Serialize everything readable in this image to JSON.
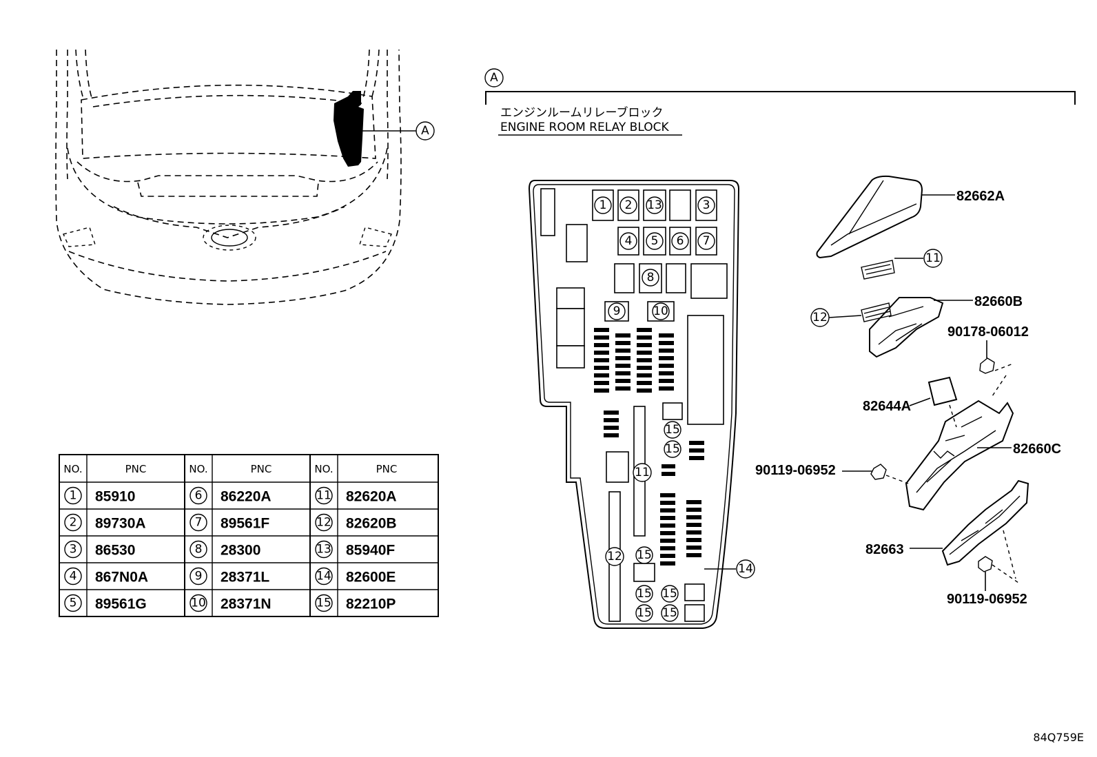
{
  "header": {
    "callout_label": "A",
    "title_jp": "エンジンルームリレーブロック",
    "title_en": "ENGINE ROOM RELAY BLOCK"
  },
  "vehicle_view": {
    "callout_label": "A"
  },
  "diagram_code": "84Q759E",
  "part_labels": {
    "cover": "82662A",
    "lid": "82660B",
    "bolt_top": "90178-06012",
    "relay": "82644A",
    "bolt_left": "90119-06952",
    "block": "82660C",
    "bracket": "82663",
    "bolt_bottom": "90119-06952",
    "callout_11": "11",
    "callout_12": "12"
  },
  "block_callouts": {
    "c1": "1",
    "c2": "2",
    "c13": "13",
    "c3": "3",
    "c4": "4",
    "c5": "5",
    "c6": "6",
    "c7": "7",
    "c8": "8",
    "c9": "9",
    "c10": "10",
    "c15": "15",
    "c11": "11",
    "c12": "12",
    "c14": "14"
  },
  "table": {
    "headers": {
      "no": "NO.",
      "pnc": "PNC"
    },
    "rows": [
      [
        {
          "no": "1",
          "pnc": "85910"
        },
        {
          "no": "6",
          "pnc": "86220A"
        },
        {
          "no": "11",
          "pnc": "82620A"
        }
      ],
      [
        {
          "no": "2",
          "pnc": "89730A"
        },
        {
          "no": "7",
          "pnc": "89561F"
        },
        {
          "no": "12",
          "pnc": "82620B"
        }
      ],
      [
        {
          "no": "3",
          "pnc": "86530"
        },
        {
          "no": "8",
          "pnc": "28300"
        },
        {
          "no": "13",
          "pnc": "85940F"
        }
      ],
      [
        {
          "no": "4",
          "pnc": "867N0A"
        },
        {
          "no": "9",
          "pnc": "28371L"
        },
        {
          "no": "14",
          "pnc": "82600E"
        }
      ],
      [
        {
          "no": "5",
          "pnc": "89561G"
        },
        {
          "no": "10",
          "pnc": "28371N"
        },
        {
          "no": "15",
          "pnc": "82210P"
        }
      ]
    ]
  }
}
